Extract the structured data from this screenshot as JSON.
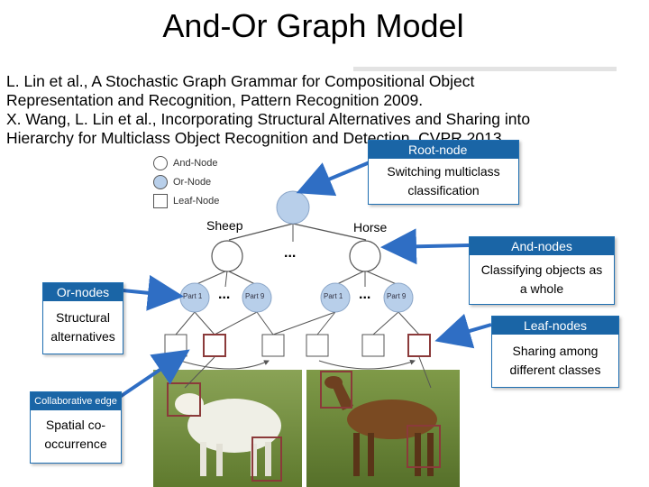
{
  "slide": {
    "title": "And-Or Graph Model",
    "references": [
      "L. Lin et al., A Stochastic Graph Grammar for Compositional Object",
      "Representation and Recognition, Pattern Recognition 2009.",
      "X. Wang, L. Lin et al., Incorporating Structural Alternatives and Sharing into",
      "Hierarchy for Multiclass Object Recognition and Detection, CVPR 2013."
    ]
  },
  "legend": {
    "and_node": "And-Node",
    "or_node": "Or-Node",
    "leaf_node": "Leaf-Node"
  },
  "graph": {
    "class_sheep": "Sheep",
    "class_horse": "Horse",
    "ellipsis": "...",
    "sheep_parts": [
      "Part 1",
      "Part 9"
    ],
    "horse_parts": [
      "Part 1",
      "Part 9"
    ]
  },
  "callouts": {
    "root": {
      "head": "Root-node",
      "body": "Switching multiclass classification"
    },
    "and_nodes": {
      "head": "And-nodes",
      "body": "Classifying objects as a whole"
    },
    "or_nodes": {
      "head": "Or-nodes",
      "body": "Structural alternatives"
    },
    "leaf_nodes": {
      "head": "Leaf-nodes",
      "body": "Sharing among different classes"
    },
    "collab": {
      "head": "Collaborative edge",
      "body": "Spatial co-occurrence"
    }
  },
  "colors": {
    "callout_header": "#1a65a6",
    "arrow": "#2f6ec4",
    "or_node_fill": "#b8cfea",
    "leaf_highlight": "#8b3a3a",
    "grass": "#6f8a3c"
  }
}
